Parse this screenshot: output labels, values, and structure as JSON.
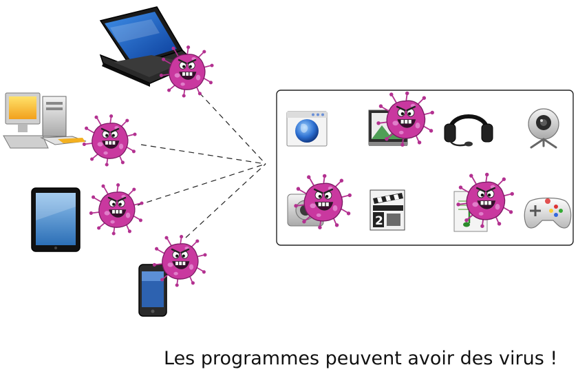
{
  "caption": "Les programmes peuvent avoir des virus !",
  "colors": {
    "virus_body": "#c9389f",
    "virus_spots": "#e07ccc",
    "virus_outline": "#6b1656",
    "panel_border": "#222222",
    "line": "#222222"
  },
  "devices": [
    {
      "name": "laptop",
      "icon": "laptop-icon",
      "infected": true
    },
    {
      "name": "desktop-computer",
      "icon": "desktop-computer-icon",
      "infected": true
    },
    {
      "name": "tablet",
      "icon": "tablet-icon",
      "infected": true
    },
    {
      "name": "smartphone",
      "icon": "smartphone-icon",
      "infected": true
    }
  ],
  "programs": [
    {
      "name": "web-browser",
      "icon": "web-browser-icon",
      "infected": false
    },
    {
      "name": "image-viewer",
      "icon": "image-viewer-icon",
      "infected": true
    },
    {
      "name": "headset",
      "icon": "headset-icon",
      "infected": false
    },
    {
      "name": "webcam",
      "icon": "webcam-icon",
      "infected": false
    },
    {
      "name": "photo-camera",
      "icon": "photo-camera-icon",
      "infected": true
    },
    {
      "name": "video-clapper",
      "icon": "video-clapper-icon",
      "infected": false
    },
    {
      "name": "music-file",
      "icon": "music-file-icon",
      "infected": true
    },
    {
      "name": "gamepad",
      "icon": "gamepad-icon",
      "infected": false
    }
  ]
}
